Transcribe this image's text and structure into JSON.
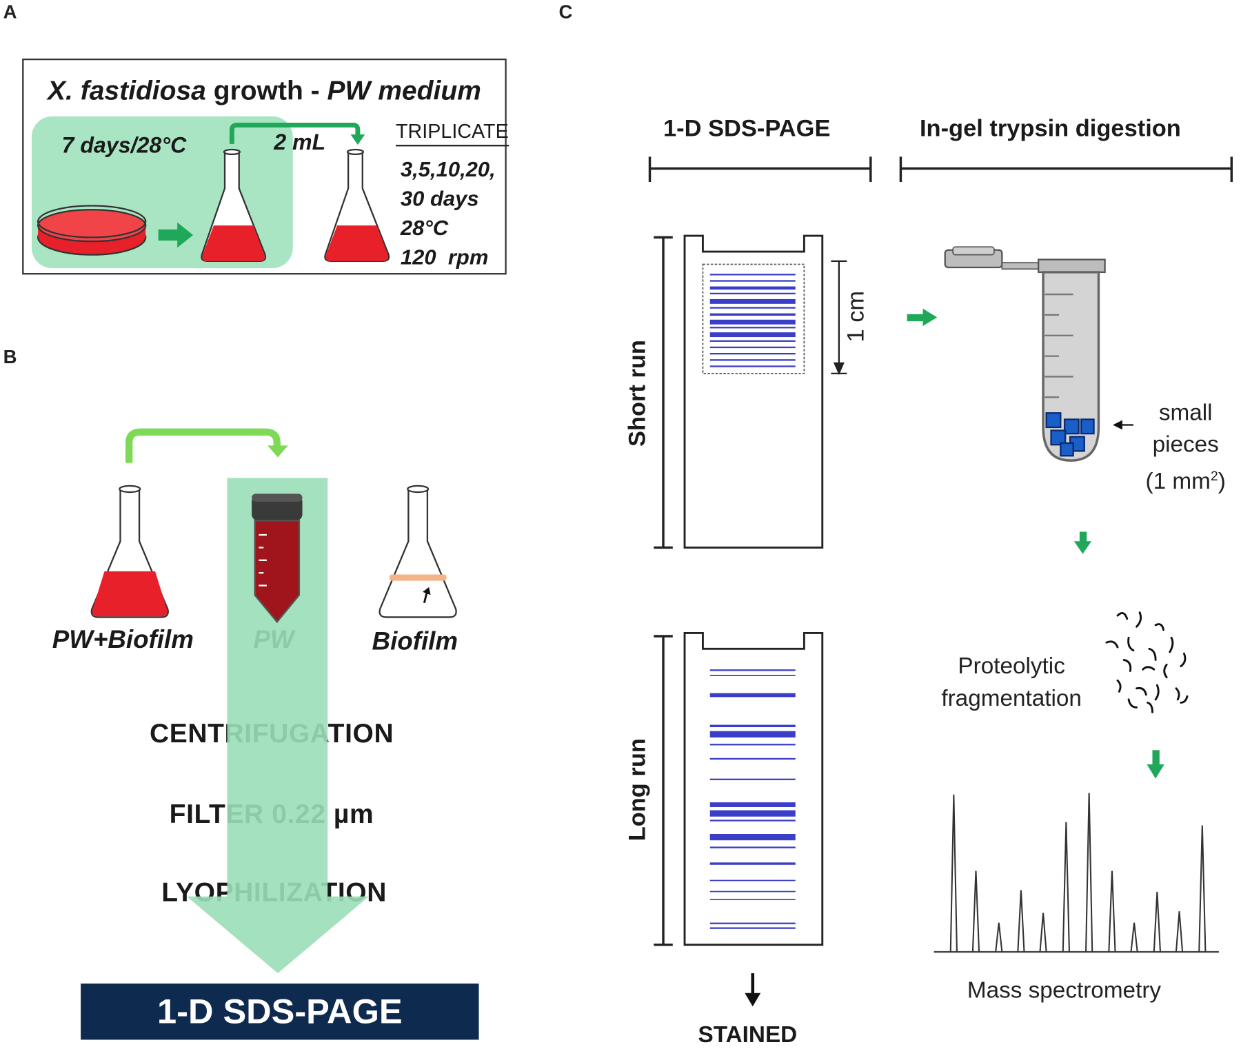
{
  "panels": {
    "a": "A",
    "b": "B",
    "c": "C"
  },
  "panelA": {
    "title_species": "X. fastidiosa",
    "title_rest": " growth - ",
    "title_medium": "PW medium",
    "incubation": "7 days/28°C",
    "transfer_volume": "2 mL",
    "triplicate_header": "TRIPLICATE",
    "conditions": [
      "3,5,10,20,",
      "30 days",
      "28°C",
      "120  rpm"
    ]
  },
  "panelB": {
    "flask_labels": [
      "PW+Biofilm",
      "PW",
      "Biofilm"
    ],
    "steps": [
      "CENTRIFUGATION",
      "FILTER 0.22 µm",
      "LYOPHILIZATION"
    ],
    "final_box": "1-D SDS-PAGE"
  },
  "panelC": {
    "header_left": "1-D SDS-PAGE",
    "header_right": "In-gel trypsin digestion",
    "short_run_label": "Short run",
    "long_run_label": "Long run",
    "scale_label": "1 cm",
    "pieces_label_1": "small",
    "pieces_label_2": "pieces",
    "pieces_label_3": "(1 mm",
    "pieces_sup": "2",
    "pieces_label_4": ")",
    "fragmentation_1": "Proteolytic",
    "fragmentation_2": "fragmentation",
    "mass_spec": "Mass spectrometry",
    "stained": "STAINED",
    "spectrum_peaks": [
      0.97,
      0.5,
      0.18,
      0.38,
      0.24,
      0.8,
      0.98,
      0.5,
      0.18,
      0.37,
      0.25,
      0.78
    ]
  },
  "colors": {
    "green_fill": "#9adfb8",
    "green_arrow": "#1fa85a",
    "light_green_arrow": "#7ed957",
    "medium_red": "#e8202a",
    "band_blue": "#3a3ec8",
    "navy": "#0e2a4f",
    "piece_blue": "#1a5ec8"
  }
}
